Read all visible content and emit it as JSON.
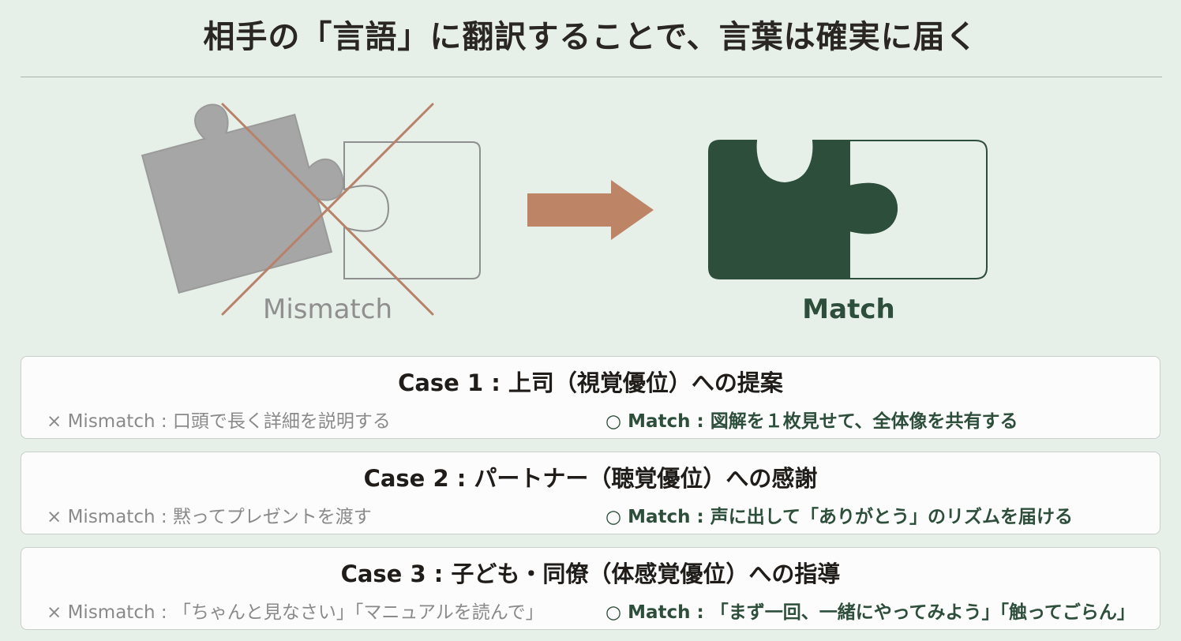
{
  "title": "相手の「言語」に翻訳することで、言葉は確実に届く",
  "diagram": {
    "mismatch_label": "Mismatch",
    "match_label": "Match",
    "colors": {
      "gray_piece": "#a6a6a6",
      "green_piece": "#2d4e3a",
      "cross": "#b8826a",
      "arrow": "#bd8466",
      "outline": "#8f8f8f"
    },
    "icons": [
      "gray-puzzle-piece-icon",
      "outline-puzzle-piece-icon",
      "cross-mark-icon",
      "right-arrow-icon",
      "green-puzzle-piece-icon"
    ]
  },
  "cases": [
    {
      "title": "Case 1 : 上司（視覚優位）への提案",
      "mismatch": "× Mismatch : 口頭で長く詳細を説明する",
      "match": "○ Match : 図解を１枚見せて、全体像を共有する"
    },
    {
      "title": "Case 2 : パートナー（聴覚優位）への感謝",
      "mismatch": "× Mismatch : 黙ってプレゼントを渡す",
      "match": "○ Match : 声に出して「ありがとう」のリズムを届ける"
    },
    {
      "title": "Case 3 : 子ども・同僚（体感覚優位）への指導",
      "mismatch": "× Mismatch : 「ちゃんと見なさい」「マニュアルを読んで」",
      "match": "○ Match : 「まず一回、一緒にやってみよう」「触ってごらん」"
    }
  ]
}
